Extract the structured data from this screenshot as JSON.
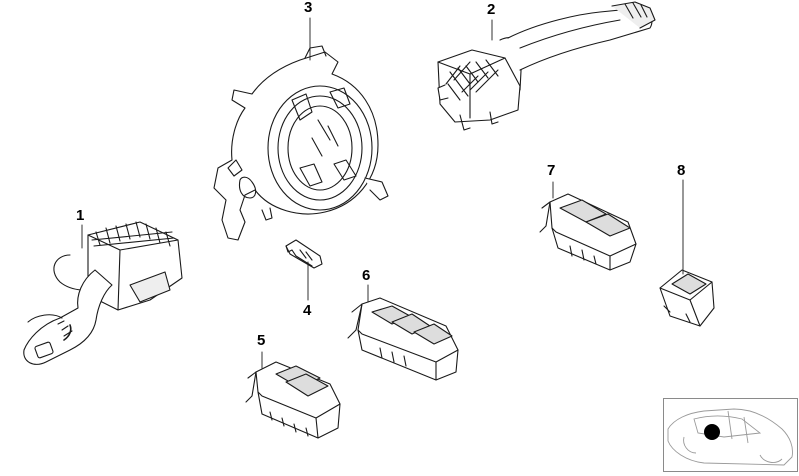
{
  "diagram": {
    "callouts": [
      {
        "id": "1",
        "label": "1"
      },
      {
        "id": "2",
        "label": "2"
      },
      {
        "id": "3",
        "label": "3"
      },
      {
        "id": "4",
        "label": "4"
      },
      {
        "id": "5",
        "label": "5"
      },
      {
        "id": "6",
        "label": "6"
      },
      {
        "id": "7",
        "label": "7"
      },
      {
        "id": "8",
        "label": "8"
      }
    ],
    "parts": [
      {
        "callout": "1",
        "icon": "steering-column-switch-with-stalk-icon"
      },
      {
        "callout": "2",
        "icon": "turn-signal-stalk-switch-icon"
      },
      {
        "callout": "3",
        "icon": "clock-spring-coil-icon"
      },
      {
        "callout": "4",
        "icon": "push-pin-icon"
      },
      {
        "callout": "5",
        "icon": "double-window-switch-icon"
      },
      {
        "callout": "6",
        "icon": "triple-window-switch-icon"
      },
      {
        "callout": "7",
        "icon": "double-window-switch-icon"
      },
      {
        "callout": "8",
        "icon": "single-window-switch-icon"
      }
    ],
    "locator": {
      "icon": "car-location-thumbnail-icon"
    },
    "colors": {
      "line": "#1a1a1a",
      "fill": "#ffffff",
      "shade": "#d9d9d9",
      "marker": "#000000"
    }
  }
}
